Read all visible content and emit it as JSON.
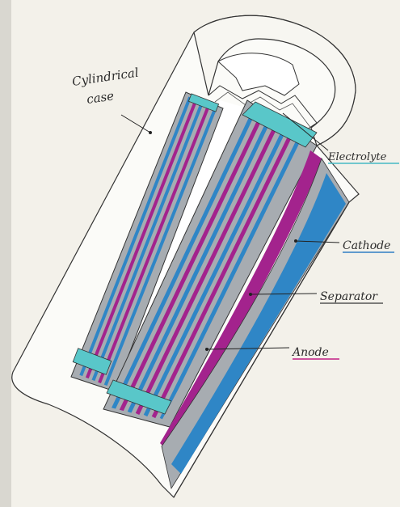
{
  "labels": {
    "case_line1": "Cylindrical",
    "case_line2": "case",
    "electrolyte": "Electrolyte",
    "cathode": "Cathode",
    "separator": "Separator",
    "anode": "Anode"
  },
  "colors": {
    "paper": "#f3f1ea",
    "pencil": "#333333",
    "steel": "#a7acb1",
    "steel_dark": "#7d8388",
    "cathode_blue": "#2f86c6",
    "anode_magenta": "#a3238d",
    "electrolyte_teal": "#59c7c9",
    "case_white": "#fbfbf8",
    "underline_teal": "#46b9c4",
    "underline_blue": "#2f7fc4",
    "underline_pink": "#c21f85",
    "underline_grey": "#555555"
  }
}
